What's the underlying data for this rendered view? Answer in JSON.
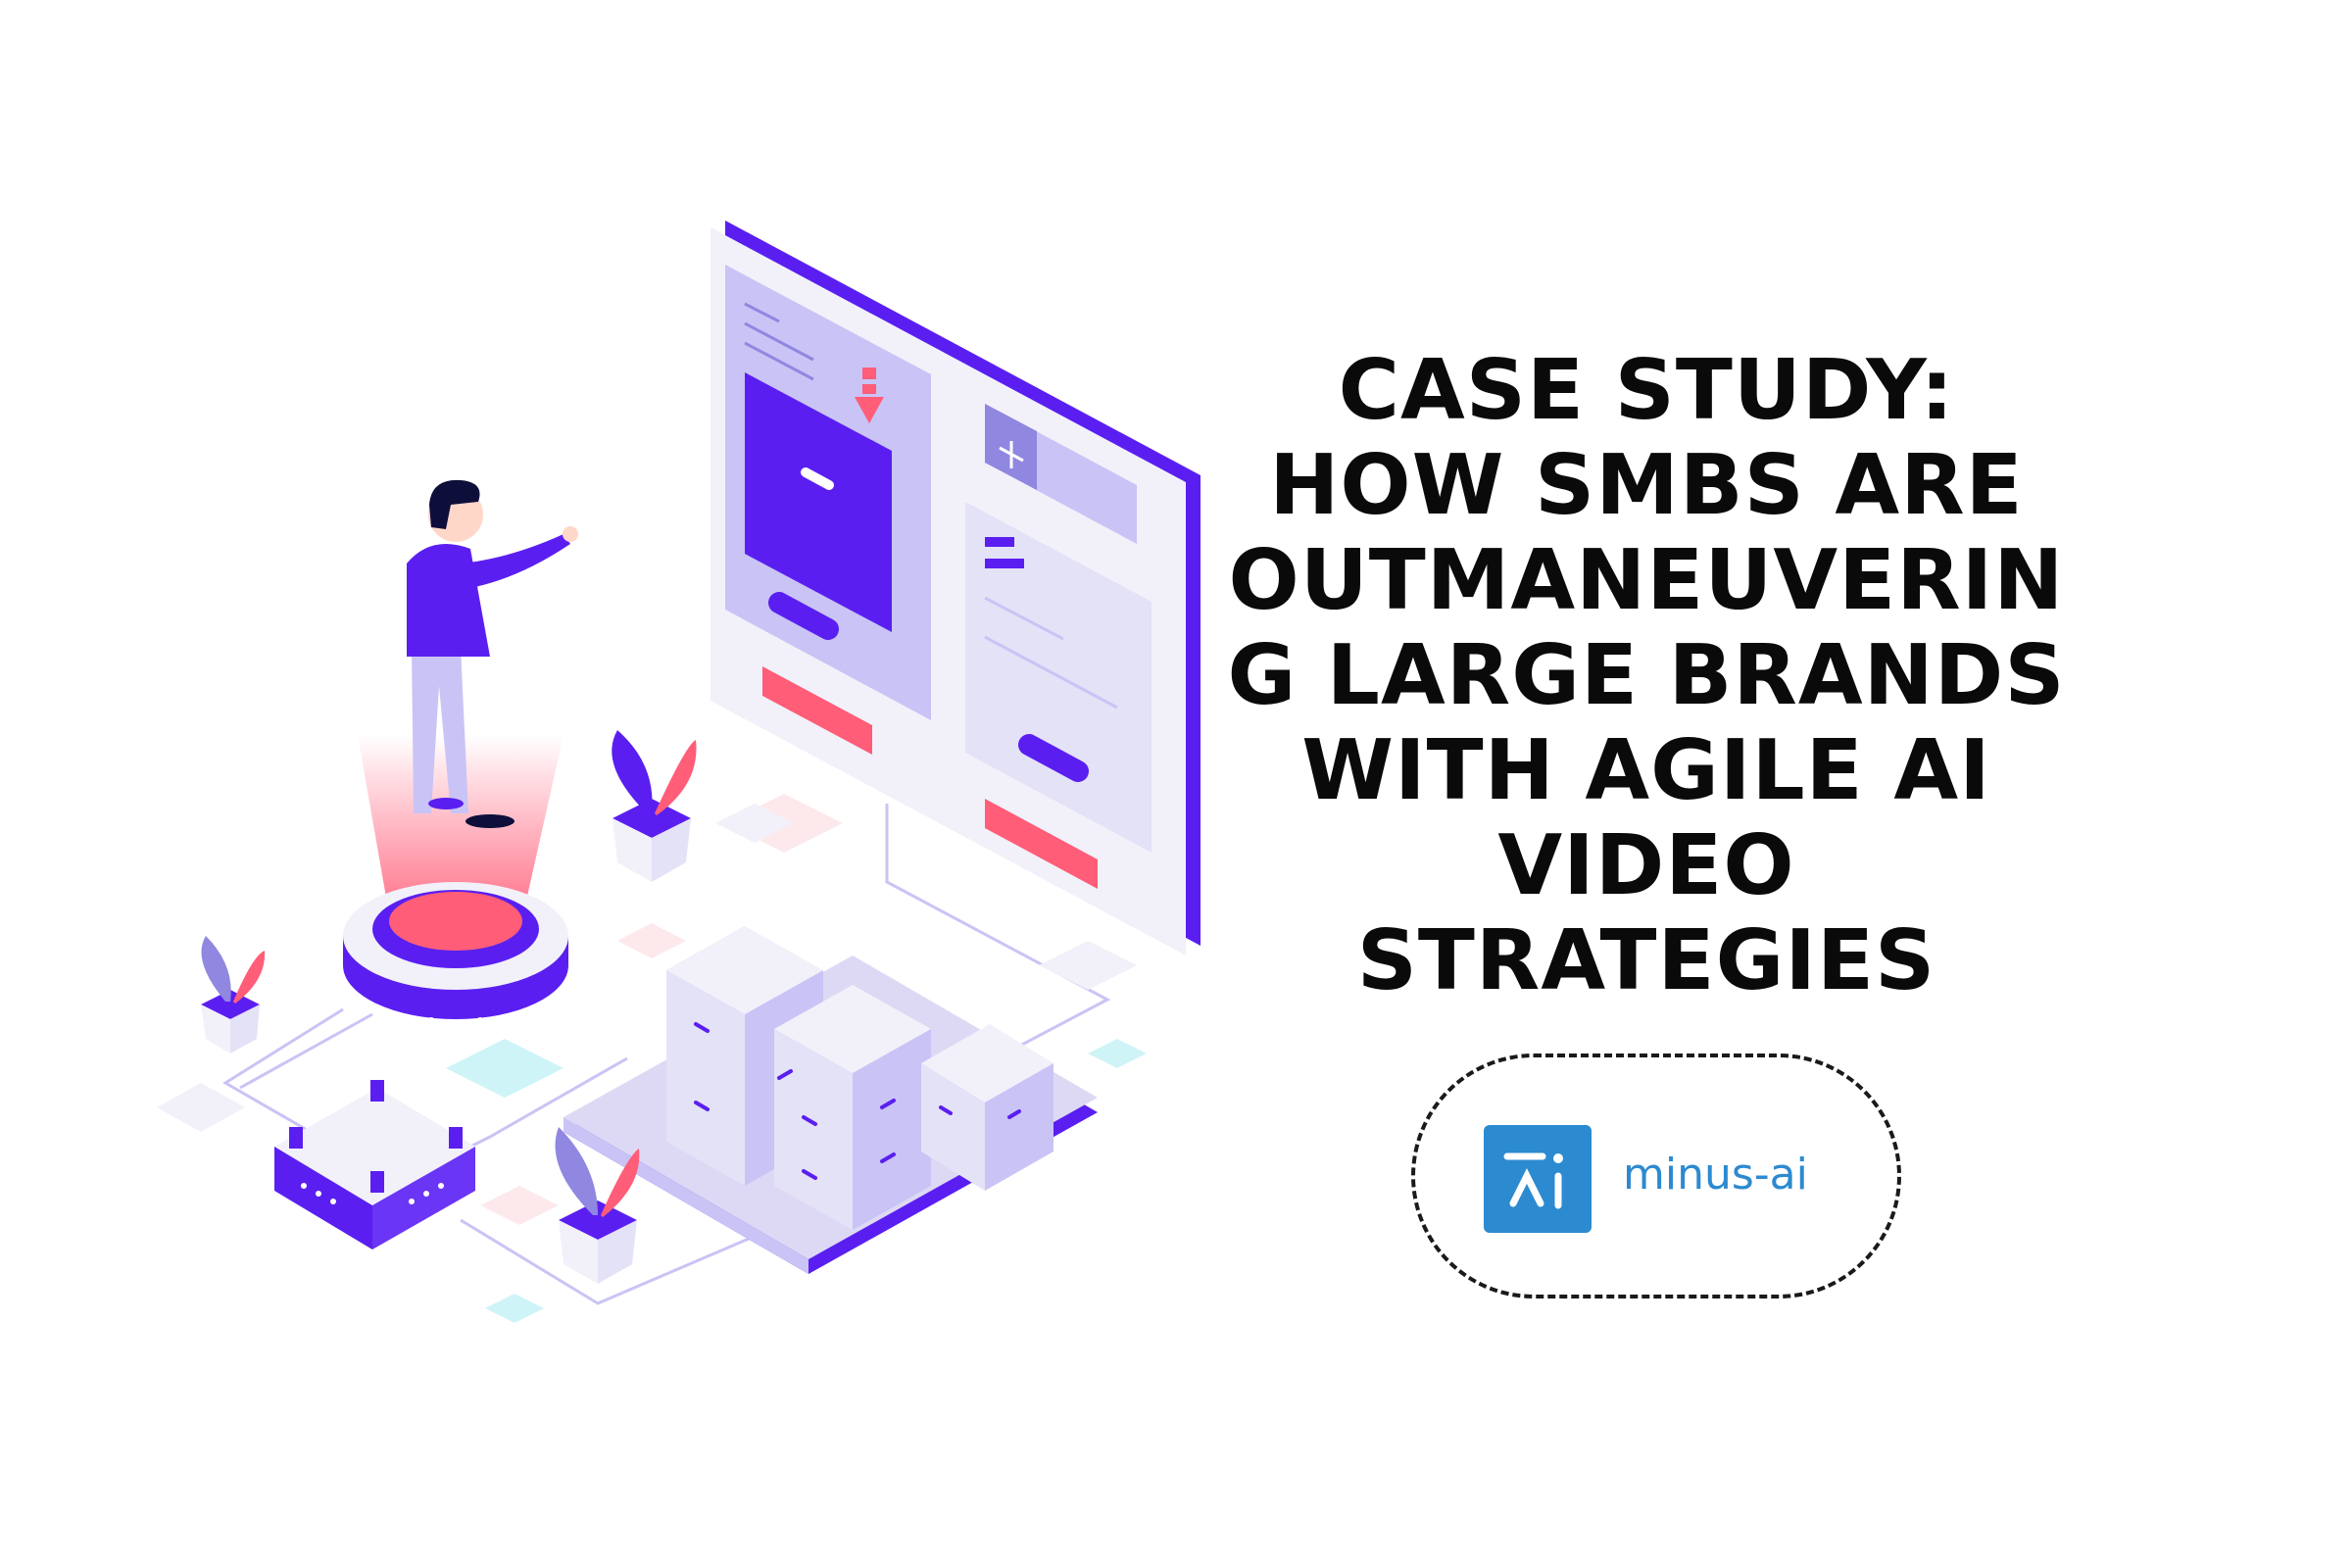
{
  "headline_lines": [
    "CASE STUDY:",
    "HOW SMBS ARE",
    "OUTMANEUVERIN",
    "G LARGE BRANDS",
    "WITH AGILE AI",
    "VIDEO",
    "STRATEGIES"
  ],
  "brand": {
    "name": "minus-ai",
    "logo_icon": "minus-ai-logo-icon",
    "color": "#2c8ad0"
  },
  "illustration": {
    "icons": [
      "person-icon",
      "monitor-dashboard-icon",
      "download-arrow-icon",
      "plus-icon",
      "server-blocks-icon",
      "plant-icon",
      "router-icon"
    ],
    "colors": {
      "primary": "#5a1ff0",
      "accent": "#ff5d78",
      "lavender": "#c9c4f5",
      "panel": "#f2f1fa",
      "teal": "#cff4f7"
    }
  }
}
